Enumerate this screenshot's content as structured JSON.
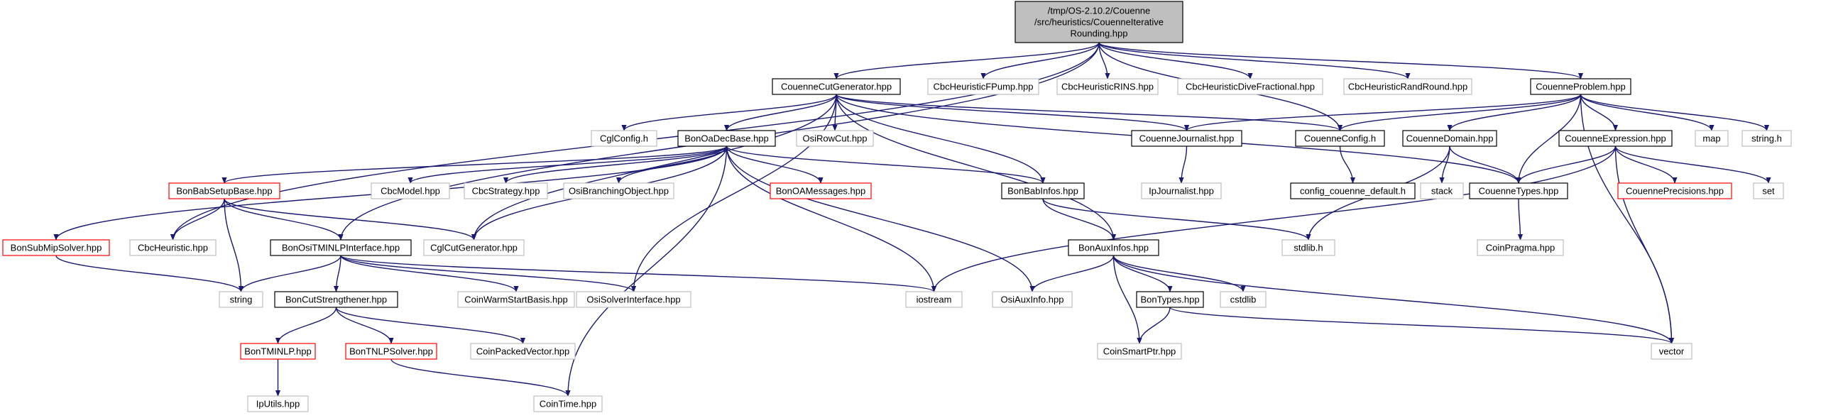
{
  "colors": {
    "edge": "#191970",
    "border_documented": "#000000",
    "border_undocumented": "#bfbfbf",
    "border_truncated": "#ff0000",
    "fill_root": "#bfbfbf",
    "fill_default": "#ffffff"
  },
  "nodes": [
    {
      "id": "root",
      "lines": [
        "/tmp/OS-2.10.2/Couenne",
        "/src/heuristics/CouenneIterative",
        "Rounding.hpp"
      ],
      "style": "root"
    },
    {
      "id": "CouenneCutGenerator",
      "lines": [
        "CouenneCutGenerator.hpp"
      ],
      "style": "documented"
    },
    {
      "id": "CbcHeuristicFPump",
      "lines": [
        "CbcHeuristicFPump.hpp"
      ],
      "style": "undocumented"
    },
    {
      "id": "CbcHeuristicRINS",
      "lines": [
        "CbcHeuristicRINS.hpp"
      ],
      "style": "undocumented"
    },
    {
      "id": "CbcHeuristicDiveFractional",
      "lines": [
        "CbcHeuristicDiveFractional.hpp"
      ],
      "style": "undocumented"
    },
    {
      "id": "CbcHeuristicRandRound",
      "lines": [
        "CbcHeuristicRandRound.hpp"
      ],
      "style": "undocumented"
    },
    {
      "id": "CouenneProblem",
      "lines": [
        "CouenneProblem.hpp"
      ],
      "style": "documented"
    },
    {
      "id": "CglConfig",
      "lines": [
        "CglConfig.h"
      ],
      "style": "undocumented"
    },
    {
      "id": "BonOaDecBase",
      "lines": [
        "BonOaDecBase.hpp"
      ],
      "style": "documented"
    },
    {
      "id": "OsiRowCut",
      "lines": [
        "OsiRowCut.hpp"
      ],
      "style": "undocumented"
    },
    {
      "id": "CouenneJournalist",
      "lines": [
        "CouenneJournalist.hpp"
      ],
      "style": "documented"
    },
    {
      "id": "CouenneConfig",
      "lines": [
        "CouenneConfig.h"
      ],
      "style": "documented"
    },
    {
      "id": "CouenneDomain",
      "lines": [
        "CouenneDomain.hpp"
      ],
      "style": "documented"
    },
    {
      "id": "CouenneExpression",
      "lines": [
        "CouenneExpression.hpp"
      ],
      "style": "documented"
    },
    {
      "id": "map",
      "lines": [
        "map"
      ],
      "style": "undocumented"
    },
    {
      "id": "stringh",
      "lines": [
        "string.h"
      ],
      "style": "undocumented"
    },
    {
      "id": "BonBabSetupBase",
      "lines": [
        "BonBabSetupBase.hpp"
      ],
      "style": "truncated"
    },
    {
      "id": "CbcModel",
      "lines": [
        "CbcModel.hpp"
      ],
      "style": "undocumented"
    },
    {
      "id": "CbcStrategy",
      "lines": [
        "CbcStrategy.hpp"
      ],
      "style": "undocumented"
    },
    {
      "id": "OsiBranchingObject",
      "lines": [
        "OsiBranchingObject.hpp"
      ],
      "style": "undocumented"
    },
    {
      "id": "BonOAMessages",
      "lines": [
        "BonOAMessages.hpp"
      ],
      "style": "truncated"
    },
    {
      "id": "BonBabInfos",
      "lines": [
        "BonBabInfos.hpp"
      ],
      "style": "documented"
    },
    {
      "id": "IpJournalist",
      "lines": [
        "IpJournalist.hpp"
      ],
      "style": "undocumented"
    },
    {
      "id": "config_couenne_default",
      "lines": [
        "config_couenne_default.h"
      ],
      "style": "documented"
    },
    {
      "id": "stack",
      "lines": [
        "stack"
      ],
      "style": "undocumented"
    },
    {
      "id": "CouenneTypes",
      "lines": [
        "CouenneTypes.hpp"
      ],
      "style": "documented"
    },
    {
      "id": "CouennePrecisions",
      "lines": [
        "CouennePrecisions.hpp"
      ],
      "style": "truncated"
    },
    {
      "id": "set",
      "lines": [
        "set"
      ],
      "style": "undocumented"
    },
    {
      "id": "BonSubMipSolver",
      "lines": [
        "BonSubMipSolver.hpp"
      ],
      "style": "truncated"
    },
    {
      "id": "CbcHeuristic",
      "lines": [
        "CbcHeuristic.hpp"
      ],
      "style": "undocumented"
    },
    {
      "id": "BonOsiTMINLPInterface",
      "lines": [
        "BonOsiTMINLPInterface.hpp"
      ],
      "style": "documented"
    },
    {
      "id": "CglCutGenerator",
      "lines": [
        "CglCutGenerator.hpp"
      ],
      "style": "undocumented"
    },
    {
      "id": "BonAuxInfos",
      "lines": [
        "BonAuxInfos.hpp"
      ],
      "style": "documented"
    },
    {
      "id": "stdlibh",
      "lines": [
        "stdlib.h"
      ],
      "style": "undocumented"
    },
    {
      "id": "CoinPragma",
      "lines": [
        "CoinPragma.hpp"
      ],
      "style": "undocumented"
    },
    {
      "id": "string",
      "lines": [
        "string"
      ],
      "style": "undocumented"
    },
    {
      "id": "CoinWarmStartBasis",
      "lines": [
        "CoinWarmStartBasis.hpp"
      ],
      "style": "undocumented"
    },
    {
      "id": "OsiSolverInterface",
      "lines": [
        "OsiSolverInterface.hpp"
      ],
      "style": "undocumented"
    },
    {
      "id": "iostream",
      "lines": [
        "iostream"
      ],
      "style": "undocumented"
    },
    {
      "id": "OsiAuxInfo",
      "lines": [
        "OsiAuxInfo.hpp"
      ],
      "style": "undocumented"
    },
    {
      "id": "BonTypes",
      "lines": [
        "BonTypes.hpp"
      ],
      "style": "documented"
    },
    {
      "id": "cstdlib",
      "lines": [
        "cstdlib"
      ],
      "style": "undocumented"
    },
    {
      "id": "BonCutStrengthener",
      "lines": [
        "BonCutStrengthener.hpp"
      ],
      "style": "documented"
    },
    {
      "id": "BonTMINLP",
      "lines": [
        "BonTMINLP.hpp"
      ],
      "style": "truncated"
    },
    {
      "id": "BonTNLPSolver",
      "lines": [
        "BonTNLPSolver.hpp"
      ],
      "style": "truncated"
    },
    {
      "id": "CoinPackedVector",
      "lines": [
        "CoinPackedVector.hpp"
      ],
      "style": "undocumented"
    },
    {
      "id": "CoinSmartPtr",
      "lines": [
        "CoinSmartPtr.hpp"
      ],
      "style": "undocumented"
    },
    {
      "id": "vector",
      "lines": [
        "vector"
      ],
      "style": "undocumented"
    },
    {
      "id": "IpUtils",
      "lines": [
        "IpUtils.hpp"
      ],
      "style": "undocumented"
    },
    {
      "id": "CoinTime",
      "lines": [
        "CoinTime.hpp"
      ],
      "style": "undocumented"
    }
  ],
  "edges": [
    [
      "root",
      "CouenneCutGenerator"
    ],
    [
      "root",
      "CbcHeuristicFPump"
    ],
    [
      "root",
      "CbcHeuristicRINS"
    ],
    [
      "root",
      "CbcHeuristicDiveFractional"
    ],
    [
      "root",
      "CbcHeuristicRandRound"
    ],
    [
      "root",
      "CouenneProblem"
    ],
    [
      "root",
      "CbcHeuristic"
    ],
    [
      "root",
      "BonOsiTMINLPInterface"
    ],
    [
      "root",
      "CouenneConfig"
    ],
    [
      "CouenneCutGenerator",
      "CglConfig"
    ],
    [
      "CouenneCutGenerator",
      "BonOaDecBase"
    ],
    [
      "CouenneCutGenerator",
      "OsiRowCut"
    ],
    [
      "CouenneCutGenerator",
      "CouenneJournalist"
    ],
    [
      "CouenneCutGenerator",
      "CouenneConfig"
    ],
    [
      "CouenneCutGenerator",
      "BonBabInfos"
    ],
    [
      "CouenneCutGenerator",
      "BonAuxInfos"
    ],
    [
      "CouenneCutGenerator",
      "CouenneTypes"
    ],
    [
      "CouenneCutGenerator",
      "CglCutGenerator"
    ],
    [
      "CouenneCutGenerator",
      "OsiSolverInterface"
    ],
    [
      "CouenneProblem",
      "CouenneJournalist"
    ],
    [
      "CouenneProblem",
      "CouenneConfig"
    ],
    [
      "CouenneProblem",
      "CouenneDomain"
    ],
    [
      "CouenneProblem",
      "CouenneExpression"
    ],
    [
      "CouenneProblem",
      "map"
    ],
    [
      "CouenneProblem",
      "stringh"
    ],
    [
      "CouenneProblem",
      "CouenneTypes"
    ],
    [
      "CouenneProblem",
      "vector"
    ],
    [
      "BonOaDecBase",
      "BonBabSetupBase"
    ],
    [
      "BonOaDecBase",
      "CbcModel"
    ],
    [
      "BonOaDecBase",
      "CbcStrategy"
    ],
    [
      "BonOaDecBase",
      "OsiBranchingObject"
    ],
    [
      "BonOaDecBase",
      "BonOAMessages"
    ],
    [
      "BonOaDecBase",
      "BonBabInfos"
    ],
    [
      "BonOaDecBase",
      "BonSubMipSolver"
    ],
    [
      "BonOaDecBase",
      "CglCutGenerator"
    ],
    [
      "BonOaDecBase",
      "iostream"
    ],
    [
      "BonOaDecBase",
      "OsiAuxInfo"
    ],
    [
      "BonOaDecBase",
      "CoinTime"
    ],
    [
      "CouenneJournalist",
      "IpJournalist"
    ],
    [
      "CouenneConfig",
      "config_couenne_default"
    ],
    [
      "CouenneDomain",
      "stack"
    ],
    [
      "CouenneDomain",
      "CouenneTypes"
    ],
    [
      "CouenneDomain",
      "stdlibh"
    ],
    [
      "CouenneExpression",
      "CouenneTypes"
    ],
    [
      "CouenneExpression",
      "CouennePrecisions"
    ],
    [
      "CouenneExpression",
      "set"
    ],
    [
      "CouenneExpression",
      "iostream"
    ],
    [
      "CouenneExpression",
      "vector"
    ],
    [
      "BonBabSetupBase",
      "CbcHeuristic"
    ],
    [
      "BonBabSetupBase",
      "BonOsiTMINLPInterface"
    ],
    [
      "BonBabSetupBase",
      "CglCutGenerator"
    ],
    [
      "BonBabSetupBase",
      "string"
    ],
    [
      "BonBabInfos",
      "BonAuxInfos"
    ],
    [
      "BonBabInfos",
      "stdlibh"
    ],
    [
      "CouenneTypes",
      "CoinPragma"
    ],
    [
      "BonSubMipSolver",
      "string"
    ],
    [
      "BonOsiTMINLPInterface",
      "string"
    ],
    [
      "BonOsiTMINLPInterface",
      "CoinWarmStartBasis"
    ],
    [
      "BonOsiTMINLPInterface",
      "OsiSolverInterface"
    ],
    [
      "BonOsiTMINLPInterface",
      "iostream"
    ],
    [
      "BonOsiTMINLPInterface",
      "BonCutStrengthener"
    ],
    [
      "BonAuxInfos",
      "OsiAuxInfo"
    ],
    [
      "BonAuxInfos",
      "BonTypes"
    ],
    [
      "BonAuxInfos",
      "cstdlib"
    ],
    [
      "BonAuxInfos",
      "CoinSmartPtr"
    ],
    [
      "BonAuxInfos",
      "vector"
    ],
    [
      "BonTypes",
      "CoinSmartPtr"
    ],
    [
      "BonTypes",
      "vector"
    ],
    [
      "BonCutStrengthener",
      "BonTMINLP"
    ],
    [
      "BonCutStrengthener",
      "BonTNLPSolver"
    ],
    [
      "BonCutStrengthener",
      "CoinPackedVector"
    ],
    [
      "BonTMINLP",
      "IpUtils"
    ],
    [
      "BonTNLPSolver",
      "CoinTime"
    ]
  ]
}
